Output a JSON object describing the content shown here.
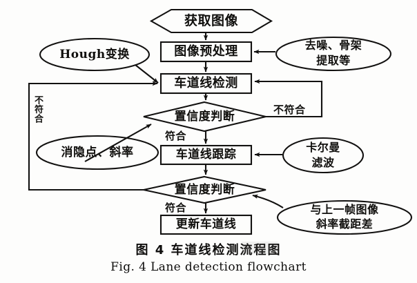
{
  "figure": {
    "caption_cn": "图 4   车道线检测流程图",
    "caption_en": "Fig. 4   Lane detection flowchart",
    "background_color": "#fdfdfc",
    "line_color": "#121110"
  },
  "nodes": {
    "acquire_image": {
      "label": "获取图像",
      "shape": "hexagon"
    },
    "image_preprocess": {
      "label": "图像预处理",
      "shape": "rectangle"
    },
    "lane_detect": {
      "label": "车道线检测",
      "shape": "rectangle"
    },
    "confidence_judge_1": {
      "label": "置信度判断",
      "shape": "diamond"
    },
    "lane_track": {
      "label": "车道线跟踪",
      "shape": "rectangle"
    },
    "confidence_judge_2": {
      "label": "置信度判断",
      "shape": "diamond"
    },
    "update_lane": {
      "label": "更新车道线",
      "shape": "rectangle"
    },
    "hough_transform": {
      "label": "Hough变换",
      "shape": "ellipse"
    },
    "denoise_skeleton": {
      "label": "去噪、骨架\n提取等",
      "line1": "去噪、骨架",
      "line2": "提取等",
      "shape": "ellipse"
    },
    "vanishing_point_slope": {
      "label": "消隐点、斜率",
      "shape": "ellipse"
    },
    "kalman_filter": {
      "line1": "卡尔曼",
      "line2": "滤波",
      "shape": "ellipse"
    },
    "prev_frame_diff": {
      "line1": "与上一帧图像",
      "line2": "斜率截距差",
      "shape": "ellipse"
    }
  },
  "edge_labels": {
    "not_match_left": "不符合",
    "not_match_right": "不符合",
    "match_upper": "符合",
    "match_lower": "符合"
  }
}
